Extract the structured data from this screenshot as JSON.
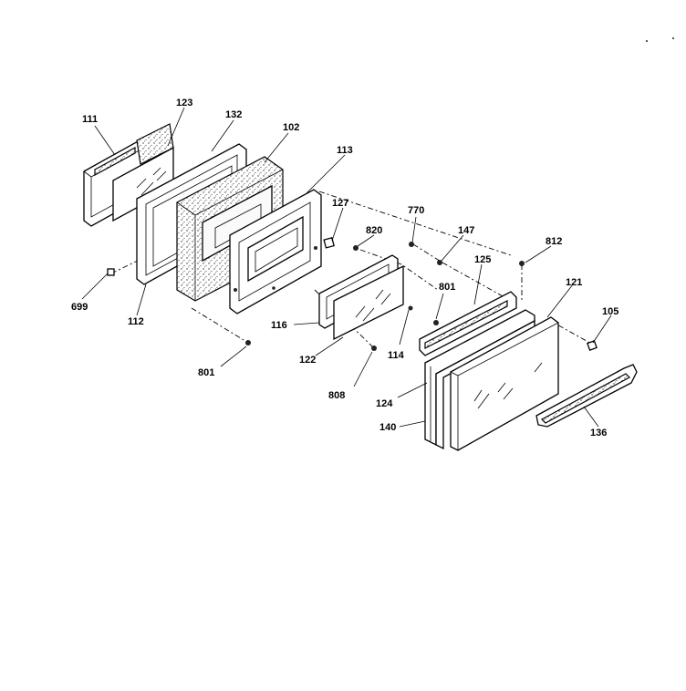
{
  "labels": {
    "l111": "111",
    "l123": "123",
    "l132": "132",
    "l102": "102",
    "l113": "113",
    "l127": "127",
    "l770": "770",
    "l820": "820",
    "l147": "147",
    "l812": "812",
    "l125": "125",
    "l699": "699",
    "l112": "112",
    "l801a": "801",
    "l121": "121",
    "l116": "116",
    "l105": "105",
    "l122": "122",
    "l114": "114",
    "l801b": "801",
    "l808": "808",
    "l124": "124",
    "l140": "140",
    "l136": "136"
  }
}
